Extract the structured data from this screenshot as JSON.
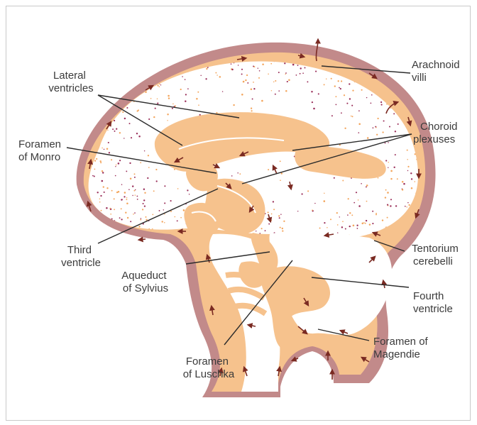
{
  "colors": {
    "dura": "#c28a8a",
    "csf_space": "#f6c28d",
    "brain_tissue": "#ffffff",
    "ventricle": "#f6c28d",
    "dots_orange": "#f3a55c",
    "dots_purple": "#9a2f5a",
    "arrow": "#7a2a22",
    "leader": "#2b2b2b",
    "text": "#3b3b3b",
    "frame": "#c9c9c9"
  },
  "labels": {
    "lateral_ventricles": [
      "Lateral",
      "ventricles"
    ],
    "foramen_of_monro": [
      "Foramen",
      "of Monro"
    ],
    "third_ventricle": [
      "Third",
      "ventricle"
    ],
    "aqueduct_of_sylvius": [
      "Aqueduct",
      "of Sylvius"
    ],
    "foramen_of_luschka": [
      "Foramen",
      "of Luschka"
    ],
    "arachnoid_villi": [
      "Arachnoid",
      "villi"
    ],
    "choroid_plexuses": [
      "Choroid",
      "plexuses"
    ],
    "tentorium_cerebelli": [
      "Tentorium",
      "cerebelli"
    ],
    "fourth_ventricle": [
      "Fourth",
      "ventricle"
    ],
    "foramen_of_magendie": [
      "Foramen of",
      "Magendie"
    ]
  }
}
